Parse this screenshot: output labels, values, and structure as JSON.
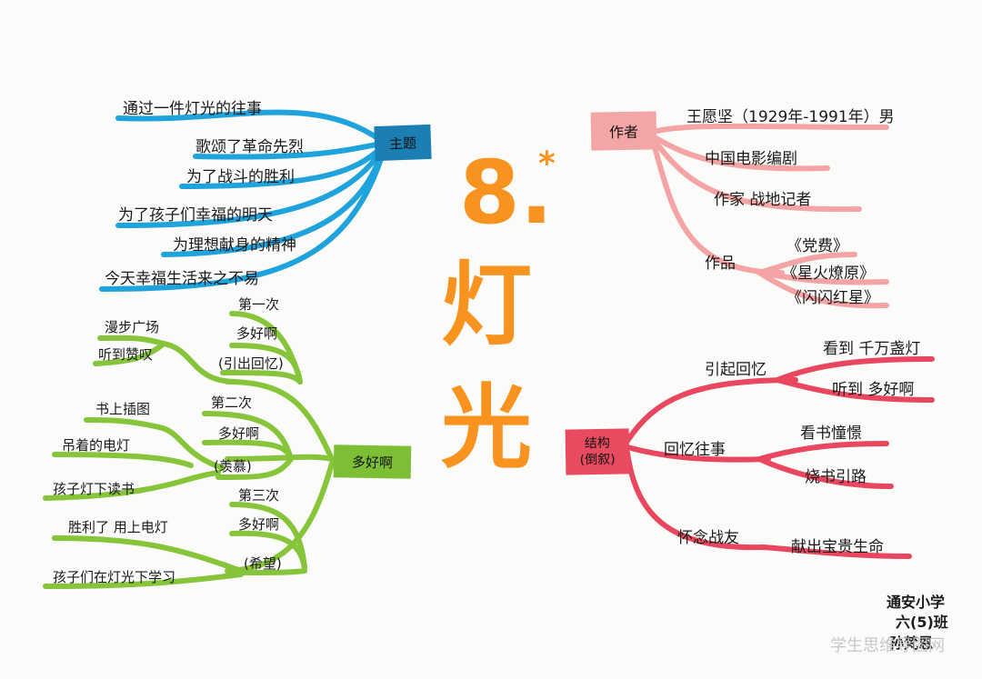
{
  "title": {
    "number": "8.",
    "star": "*",
    "char1": "灯",
    "char2": "光"
  },
  "theme": {
    "label": "主题",
    "items": [
      "通过一件灯光的往事",
      "歌颂了革命先烈",
      "为了战斗的胜利",
      "为了孩子们幸福的明天",
      "为理想献身的精神",
      "今天幸福生活来之不易"
    ],
    "color": "#1e9fd8"
  },
  "author": {
    "label": "作者",
    "items": [
      "王愿坚（1929年-1991年）男",
      "中国电影编剧",
      "作家  战地记者"
    ],
    "works_label": "作品",
    "works": [
      "《党费》",
      "《星火燎原》",
      "《闪闪红星》"
    ],
    "color": "#f4a0a0"
  },
  "structure": {
    "label": "结构",
    "sublabel": "(倒叙)",
    "branches": [
      {
        "label": "引起回忆",
        "items": [
          "看到  千万盏灯",
          "听到  多好啊"
        ]
      },
      {
        "label": "回忆往事",
        "items": [
          "看书憧憬",
          "烧书引路"
        ]
      },
      {
        "label": "怀念战友",
        "items": [
          "献出宝贵生命"
        ]
      }
    ],
    "color": "#e8475f"
  },
  "duohao": {
    "label": "多好啊",
    "groups": [
      {
        "ordinal": "第一次",
        "quote": "多好啊",
        "meaning": "(引出回忆)",
        "leaves": [
          "漫步广场",
          "听到赞叹"
        ]
      },
      {
        "ordinal": "第二次",
        "quote": "多好啊",
        "meaning": "(羡慕)",
        "leaves": [
          "书上插图",
          "吊着的电灯",
          "孩子灯下读书"
        ]
      },
      {
        "ordinal": "第三次",
        "quote": "多好啊",
        "meaning": "(希望)",
        "leaves": [
          "胜利了  用上电灯",
          "孩子们在灯光下学习"
        ]
      }
    ],
    "color": "#86c43a"
  },
  "signature": {
    "school": "通安小学",
    "class": "六(5)班",
    "name": "孙梵恩"
  },
  "watermark": "学生思维导图网"
}
